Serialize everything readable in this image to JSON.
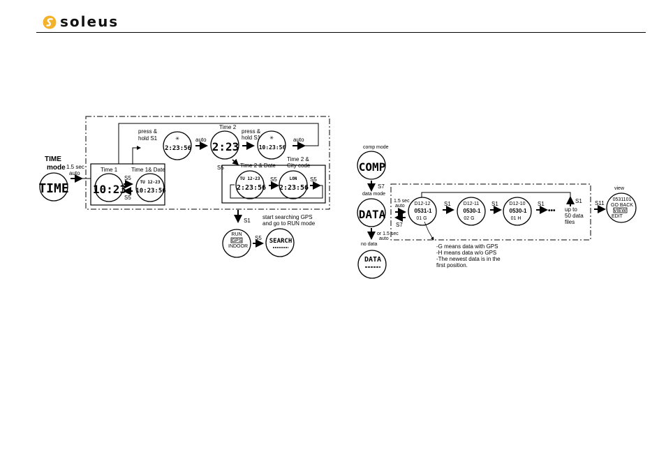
{
  "header": {
    "brand": "soleus"
  },
  "time_mode": {
    "title": "TIME",
    "subtitle": "mode",
    "arrow_label_1": "1.5 sec",
    "arrow_label_2": "auto",
    "watch_time": "TIME",
    "time1_label": "Time 1",
    "time1_display": "10:23",
    "s5_a": "S5",
    "s5_b": "S5",
    "time1date_label": "Time 1& Date",
    "time1date_top": "TU 12-23",
    "time1date_main": "10:23:56",
    "press_hold_1a": "press &",
    "press_hold_1b": "hold S1",
    "set_display_1": "2:23:56",
    "auto_1": "auto",
    "time2_label": "Time 2",
    "time2_display": "2:23",
    "press_hold_2a": "press &",
    "press_hold_2b": "hold S1",
    "set_display_2": "10:23:56",
    "auto_2": "auto",
    "s5_c": "S5",
    "time2date_label": "Time 2 & Date",
    "time2date_top": "TU 12-23",
    "time2date_main": "2:23:56",
    "s5_d": "S5",
    "time2city_label_1": "Time 2 &",
    "time2city_label_2": "City code",
    "time2city_top": "LON",
    "time2city_main": "2:23:56",
    "s5_e": "S5",
    "s1_down": "S1",
    "run_top": "RUN",
    "run_gps": "GPS",
    "run_indoor": "INDOOR",
    "s5_f": "S5",
    "search_note_1": "start searching GPS",
    "search_note_2": "and go to RUN mode",
    "search_display": "SEARCH"
  },
  "data_mode": {
    "comp_label": "comp mode",
    "comp_display": "COMP",
    "s7_down": "S7",
    "data_label": "data mode",
    "data_display": "DATA",
    "hold_a": "1.5 sec",
    "hold_b": "auto",
    "s7_back": "S7",
    "or_hold": "or 1.5 sec",
    "or_auto": "auto",
    "no_data_label": "no data",
    "no_data_display": "DATA",
    "file1_top": "D12-12",
    "file1_main": "0531-1",
    "file1_sub": "01 G",
    "s1_a": "S1",
    "file2_top": "D12-11",
    "file2_main": "0530-1",
    "file2_sub": "02 G",
    "s1_b": "S1",
    "file3_top": "D12-10",
    "file3_main": "0530-1",
    "file3_sub": "01 H",
    "s1_c": "S1",
    "dots": "•••",
    "s1_up": "S1",
    "upto_1": "up to",
    "upto_2": "50 data",
    "upto_3": "files",
    "s11": "S11",
    "view_label": "view",
    "view_top": "0531101",
    "go_back": "GO BACK",
    "view_item": "VIEW",
    "edit_item": "EDIT",
    "note_1": "-G means data with GPS",
    "note_2": "-H means data w/o GPS",
    "note_3": "-The newest data is in the",
    "note_4": "first position."
  }
}
